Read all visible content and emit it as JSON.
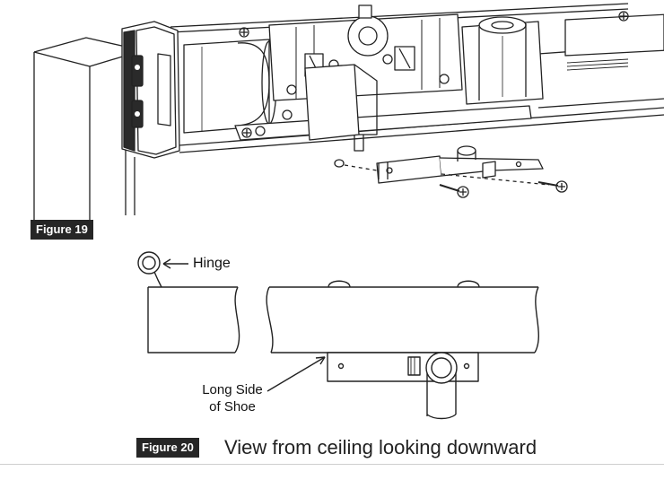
{
  "figure19": {
    "badge": "Figure 19"
  },
  "figure20": {
    "badge": "Figure 20",
    "caption": "View from ceiling looking downward",
    "labels": {
      "hinge": "Hinge",
      "shoe_line1": "Long Side",
      "shoe_line2": "of Shoe"
    }
  },
  "colors": {
    "ink": "#111111",
    "badge_bg": "#262626",
    "line": "#222222",
    "rule": "#cfcfcf"
  }
}
